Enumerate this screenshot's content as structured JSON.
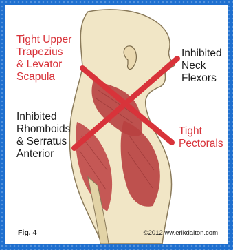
{
  "labels": {
    "trapezius": "Tight Upper\nTrapezius\n& Levator\nScapula",
    "neck_flexors": "Inhibited\nNeck\nFlexors",
    "rhomboids": "Inhibited\nRhomboids\n& Serratus\nAnterior",
    "pectorals": "Tight\nPectorals"
  },
  "footer": {
    "figure": "Fig. 4",
    "credit": "©2012 ww.erikdalton.com"
  },
  "colors": {
    "frame": "#1e6fcf",
    "x_mark": "#d8333a",
    "muscle": "#b84040",
    "skin": "#f1e6c6"
  }
}
